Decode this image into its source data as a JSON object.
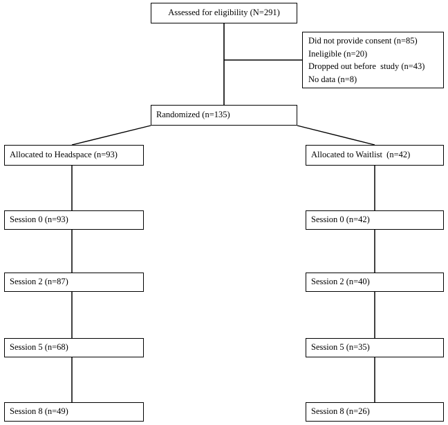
{
  "diagram": {
    "type": "consort-flow-diagram",
    "nodes": {
      "eligibility": {
        "text": "Assessed for eligibility (N=291)"
      },
      "exclusions": {
        "lines": [
          "Did not provide consent (n=85)",
          "Ineligible (n=20)",
          "Dropped out before  study (n=43)",
          "No data (n=8)"
        ]
      },
      "randomized": {
        "text": "Randomized (n=135)"
      },
      "allocated_left": {
        "text": "Allocated to Headspace (n=93)"
      },
      "allocated_right": {
        "text": "Allocated to Waitlist  (n=42)"
      },
      "left_arm_sessions": [
        {
          "text": "Session 0 (n=93)"
        },
        {
          "text": "Session 2 (n=87)"
        },
        {
          "text": "Session 5 (n=68)"
        },
        {
          "text": "Session 8 (n=49)"
        }
      ],
      "right_arm_sessions": [
        {
          "text": "Session 0 (n=42)"
        },
        {
          "text": "Session 2 (n=40)"
        },
        {
          "text": "Session 5 (n=35)"
        },
        {
          "text": "Session 8 (n=26)"
        }
      ]
    },
    "colors": {
      "line": "#000000",
      "box_border": "#000000",
      "background": "#ffffff",
      "text": "#000000"
    }
  }
}
